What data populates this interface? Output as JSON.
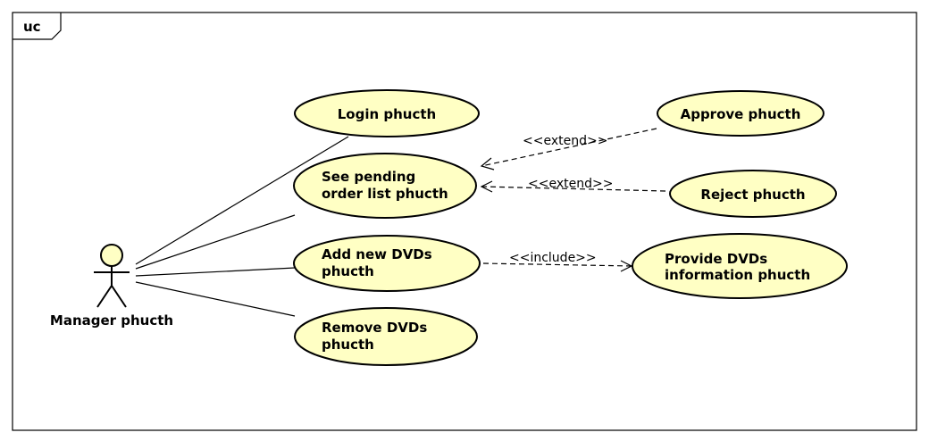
{
  "frame": {
    "label": "uc"
  },
  "actor": {
    "name": "Manager phucth"
  },
  "use_cases": {
    "login": {
      "lines": [
        "Login phucth"
      ]
    },
    "see_pending": {
      "lines": [
        "See pending",
        "order list phucth"
      ]
    },
    "add_dvds": {
      "lines": [
        "Add new DVDs",
        "phucth"
      ]
    },
    "remove_dvds": {
      "lines": [
        "Remove DVDs",
        "phucth"
      ]
    },
    "approve": {
      "lines": [
        "Approve phucth"
      ]
    },
    "reject": {
      "lines": [
        "Reject phucth"
      ]
    },
    "provide_info": {
      "lines": [
        "Provide DVDs",
        "information phucth"
      ]
    }
  },
  "relations": {
    "approve_extend": "<<extend>>",
    "reject_extend": "<<extend>>",
    "provide_include": "<<include>>"
  },
  "colors": {
    "use_case_fill": "#ffffc4",
    "actor_head_fill": "#ffffc4",
    "stroke": "#000000"
  }
}
